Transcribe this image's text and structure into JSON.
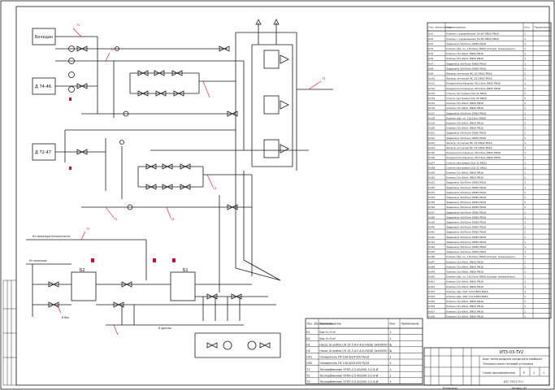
{
  "sources": [
    {
      "label": "Бочкдан"
    },
    {
      "label": "Д 74-46"
    },
    {
      "label": "Д 72-47"
    }
  ],
  "spec_top": {
    "headers": [
      "Поз. обозначение",
      "Наименование",
      "Кол.",
      "Примечание"
    ],
    "rows": [
      {
        "pos": "Кл1",
        "name": "Клапан с управлением 15с65 DN50 PN16",
        "qty": "1"
      },
      {
        "pos": "Кл2",
        "name": "Клапан с управлением 15с65 DN50 PN16",
        "qty": "1"
      },
      {
        "pos": "Кл3",
        "name": "Задвижка 30с41нж DN50 PN16",
        "qty": "1"
      },
      {
        "pos": "Кл4",
        "name": "Клапан обр. кл. 16с13нж DN50 (Шторм тяжёлый вес)",
        "qty": "1"
      },
      {
        "pos": "Кл5",
        "name": "Клапан 15с-69ж1 DN50 PN16",
        "qty": "1"
      },
      {
        "pos": "Кл6",
        "name": "Клапан 15с-69ж1 DN50 PN16",
        "qty": "1"
      },
      {
        "pos": "Кл7",
        "name": "Задвижка 30с41нж DN50 PN16",
        "qty": "1"
      },
      {
        "pos": "Кл8",
        "name": "Задвижка 30с41нж DN50 PN16",
        "qty": "1"
      },
      {
        "pos": "Кл9",
        "name": "Фильтр сетчатый ФС 32 DN32 PN16",
        "qty": "1"
      },
      {
        "pos": "Кл10",
        "name": "Фильтр сетчатый ФС 32 DN32 PN16",
        "qty": "1"
      },
      {
        "pos": "Кл11",
        "name": "Конденсатоотводчик 45с13нж DN50 PN16",
        "qty": "1"
      },
      {
        "pos": "Кл12",
        "name": "Конденсатоотводчик 45с13нж DN50 PN16",
        "qty": "1"
      },
      {
        "pos": "Кл13",
        "name": "Стекло смотровое ССв 32 DN32",
        "qty": "1"
      },
      {
        "pos": "Кл14",
        "name": "Стекло смотровое ССв 32 DN32",
        "qty": "1"
      },
      {
        "pos": "Кл15",
        "name": "Клапан 15с-69ж1 DN50 PN16",
        "qty": "1"
      },
      {
        "pos": "Кл16",
        "name": "Клапан 15с-69ж1 DN50 PN16",
        "qty": "1"
      },
      {
        "pos": "Кл17",
        "name": "Задвижка 30с41нж DN50 PN16",
        "qty": "1"
      },
      {
        "pos": "Кл18",
        "name": "Клапан обр. кл. 16с13нж DN50",
        "qty": "1"
      },
      {
        "pos": "Кл19",
        "name": "Клапан 15с-69ж1 DN50 PN16",
        "qty": "1"
      },
      {
        "pos": "Кл20",
        "name": "Клапан 15с-69ж1 DN50 PN16",
        "qty": "1"
      },
      {
        "pos": "Кл21",
        "name": "Задвижка 30с41нж DN50 PN16",
        "qty": "1"
      },
      {
        "pos": "Кл22",
        "name": "Задвижка 30с41нж DN50 PN16",
        "qty": "1"
      },
      {
        "pos": "Кл23",
        "name": "Фильтр сетчатый ФС 32 DN32 PN16",
        "qty": "1"
      },
      {
        "pos": "Кл24",
        "name": "Фильтр сетчатый ФС 32 DN32 PN16",
        "qty": "1"
      },
      {
        "pos": "Кл25",
        "name": "Конденсатоотводчик 45с13нж DN50 PN16",
        "qty": "1"
      },
      {
        "pos": "Кл26",
        "name": "Конденсатоотводчик 45с13нж DN50 PN16",
        "qty": "1"
      },
      {
        "pos": "Кл27",
        "name": "Стекло смотровое ССв 32 DN32",
        "qty": "1"
      },
      {
        "pos": "Кл28",
        "name": "Стекло смотровое ССв 32 DN32",
        "qty": "1"
      },
      {
        "pos": "Кл29",
        "name": "Клапан 15с-69ж1 DN50 PN16",
        "qty": "1"
      },
      {
        "pos": "Кл30",
        "name": "Клапан 15с-69ж1 DN50 PN16",
        "qty": "1"
      },
      {
        "pos": "Кл31",
        "name": "Задвижка 30с41нж DN50 PN16",
        "qty": "1"
      },
      {
        "pos": "Кл32",
        "name": "Задвижка 30с41нж DN50 PN16",
        "qty": "1"
      },
      {
        "pos": "Кл33",
        "name": "Задвижка 30с41нж DN50 PN16",
        "qty": "1"
      },
      {
        "pos": "Кл34",
        "name": "Задвижка 30с41нж DN50 PN16",
        "qty": "1"
      },
      {
        "pos": "Кл35",
        "name": "Задвижка 30с41нж DN50 PN16",
        "qty": "1"
      },
      {
        "pos": "Кл36",
        "name": "Задвижка 30с41нж DN50 PN16",
        "qty": "1"
      },
      {
        "pos": "Кл37",
        "name": "Задвижка 30с41нж DN50 PN16",
        "qty": "1"
      },
      {
        "pos": "Кл38",
        "name": "Задвижка 30с41нж DN50 PN16",
        "qty": "1"
      },
      {
        "pos": "Кл39",
        "name": "Задвижка 30с41нж DN50 PN16",
        "qty": "1"
      },
      {
        "pos": "Кл40",
        "name": "Задвижка 30с41нж DN50 PN16",
        "qty": "1"
      },
      {
        "pos": "Кл41",
        "name": "Задвижка 30с41нж DN50 PN16",
        "qty": "1"
      },
      {
        "pos": "Кл42",
        "name": "Задвижка 30с41нж DN50 PN16",
        "qty": "1"
      },
      {
        "pos": "Кл43",
        "name": "Задвижка 30с41нж DN50 PN16",
        "qty": "1"
      },
      {
        "pos": "Кл44",
        "name": "Задвижка 30с41нж DN50 PN16",
        "qty": "1"
      },
      {
        "pos": "Кл45",
        "name": "Задвижка 30с41нж DN50 PN16",
        "qty": "1"
      },
      {
        "pos": "Кл46",
        "name": "Клапан обр. кл. 16с13нж DN50 (Шторм тяжёлый вес)",
        "qty": "1"
      },
      {
        "pos": "Кл47",
        "name": "Клапан 15с-69ж1 DN50 PN16",
        "qty": "1"
      },
      {
        "pos": "Кл48",
        "name": "Клапан 15с-69ж1 DN50 PN16",
        "qty": "1"
      },
      {
        "pos": "Кл49",
        "name": "Клапан 15с-69ж1 DN50 PN16",
        "qty": "1"
      },
      {
        "pos": "Кл50",
        "name": "Клапан обр. кл. 16с13нж DN50 (Шторм тяжёлый вес)",
        "qty": "1"
      },
      {
        "pos": "Кл51",
        "name": "Клапан 15с-69ж1 DN50 PN16",
        "qty": "1"
      },
      {
        "pos": "Кл52",
        "name": "Клапан 15с-69ж1 DN50 PN16",
        "qty": "1"
      },
      {
        "pos": "Кл53",
        "name": "Клапан обр. VNC 170 DN50 PN16",
        "qty": "1"
      },
      {
        "pos": "Кл54",
        "name": "Клапан обр. VNC 170 DN50 PN16",
        "qty": "1"
      },
      {
        "pos": "Кл55",
        "name": "Клапан 15с-69ж1 DN50 PN16",
        "qty": "1"
      },
      {
        "pos": "Кл56",
        "name": "Клапан 15с-69ж1 DN50 PN16",
        "qty": "1"
      },
      {
        "pos": "Кл57",
        "name": "Клапан 15с-69ж1 DN50 PN16",
        "qty": "1"
      },
      {
        "pos": "Кл58",
        "name": "Клапан 15с-69ж1 DN50 PN16",
        "qty": "1"
      }
    ]
  },
  "spec_bottom": {
    "headers": [
      "Поз. обозначение",
      "Наименование",
      "Кол.",
      "Примечание"
    ],
    "rows": [
      {
        "pos": "Б1",
        "name": "Бак V=5 м³",
        "qty": "1"
      },
      {
        "pos": "Б2",
        "name": "Бак V=5 м³",
        "qty": "1"
      },
      {
        "pos": "Н1",
        "name": "Насос Grundfos CR 15-5 A-F-A-E-HQQE 3x400/50 Гц",
        "qty": "1"
      },
      {
        "pos": "Н2",
        "name": "Насос Grundfos CR 15-5 A-F-A-E-HQQE 3x400/50 Гц",
        "qty": "1"
      },
      {
        "pos": "ОХ1",
        "name": "Охладитель ПУ 100-6/20-500 Ру16",
        "qty": "1"
      },
      {
        "pos": "ОХ2",
        "name": "Охладитель ПУ 100-6/20-500 Ру16",
        "qty": "1"
      },
      {
        "pos": "Т1",
        "name": "Теплообменник 5ТКП-2.5-40/200-3-2-6-И",
        "qty": "1"
      },
      {
        "pos": "Т2",
        "name": "Теплообменник 5ТКП-2.5-40/200-3-2-6-И",
        "qty": "1"
      },
      {
        "pos": "Т3",
        "name": "Теплообменник 5ТКП-2.5-40/200-3-2-6-И",
        "qty": "1"
      }
    ]
  },
  "labels": {
    "from_bath": "Из промпары Безопасности",
    "return": "Из промпара",
    "to_tank": "В бак",
    "drain": "В дренаж",
    "tank_b1": "Б1",
    "tank_b2": "Б2"
  },
  "title_block": {
    "code": "ИТ3-03-ТУ2",
    "title1": "Блок тепло-возврата конденсата комбинат",
    "title2": "Тепловая схема тепловой установки",
    "title3": "Схема принципиальная",
    "stage": "Р",
    "sheet": "1",
    "sheets": "1",
    "org": "ИТС ТЭС3 ТУ-2",
    "format": "Формат А3",
    "copied": "Копировал"
  },
  "colors": {
    "line": "#1a1a1a",
    "accent": "#c8102e"
  }
}
